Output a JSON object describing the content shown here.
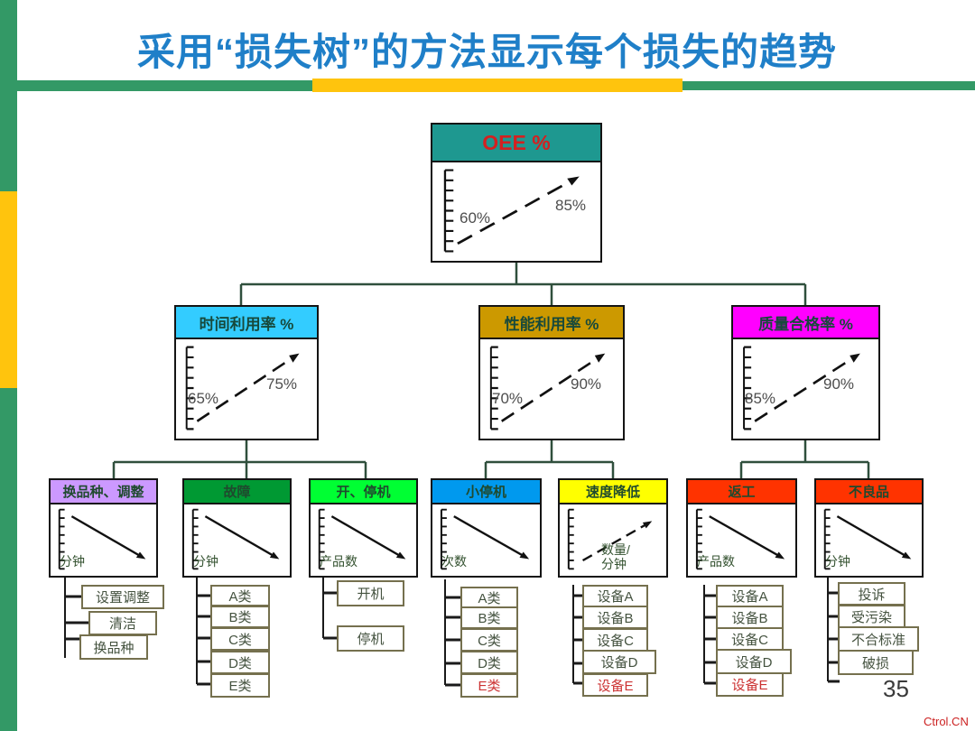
{
  "title": "采用“损失树”的方法显示每个损失的趋势",
  "page_number": "35",
  "watermark": "Ctrol.CN",
  "colors": {
    "accent_green": "#339966",
    "accent_yellow": "#FFC40D",
    "title_blue": "#1F7FC8",
    "connector": "#2F4F3C",
    "oee_header": "#1E9890",
    "oee_title_red": "#D42020",
    "highlight_red": "#CC3333"
  },
  "root": {
    "label": "OEE %",
    "trend": "up",
    "from": "60%",
    "to": "85%",
    "header_color": "#1E9890"
  },
  "level2": [
    {
      "label": "时间利用率 %",
      "trend": "up",
      "from": "65%",
      "to": "75%",
      "header_color": "#33CCFF"
    },
    {
      "label": "性能利用率 %",
      "trend": "up",
      "from": "70%",
      "to": "90%",
      "header_color": "#CC9900"
    },
    {
      "label": "质量合格率 %",
      "trend": "up",
      "from": "85%",
      "to": "90%",
      "header_color": "#FF00FF"
    }
  ],
  "level3": [
    {
      "label": "换品种、调整",
      "unit": "分钟",
      "trend": "down",
      "header_color": "#CC99FF",
      "children": [
        {
          "label": "设置调整"
        },
        {
          "label": "清洁"
        },
        {
          "label": "换品种"
        }
      ]
    },
    {
      "label": "故障",
      "unit": "分钟",
      "trend": "down",
      "header_color": "#009933",
      "children": [
        {
          "label": "A类"
        },
        {
          "label": "B类"
        },
        {
          "label": "C类"
        },
        {
          "label": "D类"
        },
        {
          "label": "E类"
        }
      ]
    },
    {
      "label": "开、停机",
      "unit": "产品数",
      "trend": "down",
      "header_color": "#00FF33",
      "children": [
        {
          "label": "开机"
        },
        {
          "label": "停机"
        }
      ]
    },
    {
      "label": "小停机",
      "unit": "次数",
      "trend": "down",
      "header_color": "#0099EE",
      "children": [
        {
          "label": "A类"
        },
        {
          "label": "B类"
        },
        {
          "label": "C类"
        },
        {
          "label": "D类"
        },
        {
          "label": "E类",
          "highlight": true
        }
      ]
    },
    {
      "label": "速度降低",
      "unit": "数量/\n分钟",
      "trend": "up",
      "header_color": "#FFFF00",
      "children": [
        {
          "label": "设备A"
        },
        {
          "label": "设备B"
        },
        {
          "label": "设备C"
        },
        {
          "label": "设备D"
        },
        {
          "label": "设备E",
          "highlight": true
        }
      ]
    },
    {
      "label": "返工",
      "unit": "产品数",
      "trend": "down",
      "header_color": "#FF3300",
      "children": [
        {
          "label": "设备A"
        },
        {
          "label": "设备B"
        },
        {
          "label": "设备C"
        },
        {
          "label": "设备D"
        },
        {
          "label": "设备E",
          "highlight": true
        }
      ]
    },
    {
      "label": "不良品",
      "unit": "分钟",
      "trend": "down",
      "header_color": "#FF3300",
      "children": [
        {
          "label": "投诉"
        },
        {
          "label": "受污染"
        },
        {
          "label": "不合标准"
        },
        {
          "label": "破损"
        }
      ]
    }
  ]
}
